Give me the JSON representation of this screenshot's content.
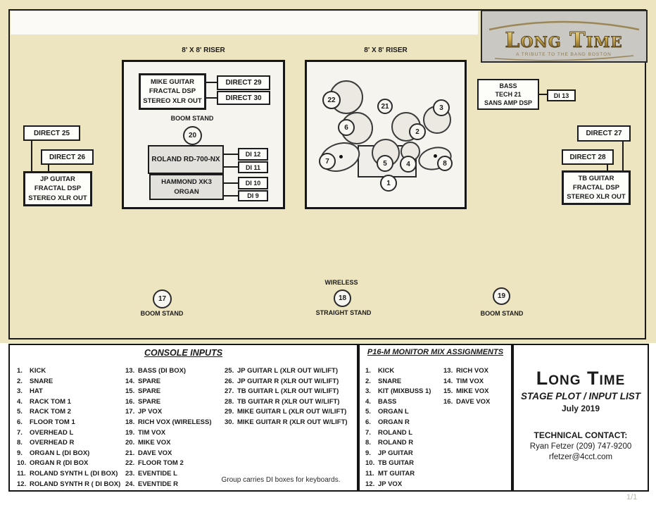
{
  "colors": {
    "stage_bg": "#ede4c0",
    "logo_gold": "#c9a84c",
    "logo_bg": "#cac8c3"
  },
  "logo": {
    "title": "Long Time",
    "subtitle": "A TRIBUTE TO THE BAND BOSTON"
  },
  "stage": {
    "left_riser": {
      "label": "8' X 8' RISER",
      "mike_rig": "MIKE GUITAR\nFRACTAL DSP\nSTEREO XLR OUT",
      "direct29": "DIRECT 29",
      "direct30": "DIRECT 30",
      "boom_stand": "BOOM STAND",
      "mic20": "20",
      "roland": "ROLAND RD-700-NX",
      "di12": "DI 12",
      "di11": "DI 11",
      "hammond": "HAMMOND XK3\nORGAN",
      "di10": "DI 10",
      "di9": "DI 9"
    },
    "drum_riser": {
      "label": "8' X 8' RISER",
      "nums": {
        "kick": "1",
        "snare": "2",
        "hat": "3",
        "rack1": "4",
        "rack2": "5",
        "floor1": "6",
        "ohl": "7",
        "ohr": "8",
        "dave": "21",
        "floor2": "22"
      }
    },
    "bass_rig": {
      "box": "BASS\nTECH 21\nSANS AMP DSP",
      "di13": "DI 13"
    },
    "jp_rig": {
      "direct25": "DIRECT 25",
      "direct26": "DIRECT 26",
      "box": "JP GUITAR\nFRACTAL DSP\nSTEREO XLR OUT"
    },
    "tb_rig": {
      "direct27": "DIRECT 27",
      "direct28": "DIRECT 28",
      "box": "TB GUITAR\nFRACTAL DSP\nSTEREO XLR OUT"
    },
    "mics": {
      "n17": "17",
      "label17": "BOOM STAND",
      "wireless": "WIRELESS",
      "n18": "18",
      "label18": "STRAIGHT STAND",
      "n19": "19",
      "label19": "BOOM STAND"
    }
  },
  "console": {
    "title": "CONSOLE INPUTS",
    "col1": [
      {
        "n": "1.",
        "t": "KICK"
      },
      {
        "n": "2.",
        "t": "SNARE"
      },
      {
        "n": "3.",
        "t": "HAT"
      },
      {
        "n": "4.",
        "t": "RACK TOM 1"
      },
      {
        "n": "5.",
        "t": "RACK TOM 2"
      },
      {
        "n": "6.",
        "t": "FLOOR TOM 1"
      },
      {
        "n": "7.",
        "t": "OVERHEAD L"
      },
      {
        "n": "8.",
        "t": "OVERHEAD R"
      },
      {
        "n": "9.",
        "t": "ORGAN L (DI BOX)"
      },
      {
        "n": "10.",
        "t": "ORGAN R (DI BOX"
      },
      {
        "n": "11.",
        "t": "ROLAND SYNTH L (DI BOX)"
      },
      {
        "n": "12.",
        "t": "ROLAND SYNTH R ( DI BOX)"
      }
    ],
    "col2": [
      {
        "n": "13.",
        "t": "BASS (DI BOX)"
      },
      {
        "n": "14.",
        "t": "SPARE"
      },
      {
        "n": "15.",
        "t": "SPARE"
      },
      {
        "n": "16.",
        "t": "SPARE"
      },
      {
        "n": "17.",
        "t": "JP VOX"
      },
      {
        "n": "18.",
        "t": "RICH VOX (WIRELESS)"
      },
      {
        "n": "19.",
        "t": "TIM VOX"
      },
      {
        "n": "20.",
        "t": "MIKE VOX"
      },
      {
        "n": "21.",
        "t": "DAVE VOX"
      },
      {
        "n": "22.",
        "t": "FLOOR TOM 2"
      },
      {
        "n": "23.",
        "t": "EVENTIDE L"
      },
      {
        "n": "24.",
        "t": "EVENTIDE R"
      }
    ],
    "col3": [
      {
        "n": "25.",
        "t": "JP GUITAR L (XLR OUT W/LIFT)"
      },
      {
        "n": "26.",
        "t": "JP GUITAR R (XLR OUT W/LIFT)"
      },
      {
        "n": "27.",
        "t": "TB GUITAR L (XLR OUT W/LIFT)"
      },
      {
        "n": "28.",
        "t": "TB GUITAR R (XLR OUT W/LIFT)"
      },
      {
        "n": "29.",
        "t": "MIKE GUITAR L (XLR OUT W/LIFT)"
      },
      {
        "n": "30.",
        "t": "MIKE GUITAR R (XLR OUT W/LIFT)"
      }
    ],
    "note": "Group carries DI boxes for keyboards."
  },
  "p16": {
    "title": "P16-M MONITOR MIX ASSIGNMENTS",
    "col1": [
      {
        "n": "1.",
        "t": "KICK"
      },
      {
        "n": "2.",
        "t": "SNARE"
      },
      {
        "n": "3.",
        "t": "KIT (MIXBUSS 1)"
      },
      {
        "n": "4.",
        "t": "BASS"
      },
      {
        "n": "5.",
        "t": "ORGAN L"
      },
      {
        "n": "6.",
        "t": "ORGAN R"
      },
      {
        "n": "7.",
        "t": "ROLAND L"
      },
      {
        "n": "8.",
        "t": "ROLAND R"
      },
      {
        "n": "9.",
        "t": "JP GUITAR"
      },
      {
        "n": "10.",
        "t": "TB GUITAR"
      },
      {
        "n": "11.",
        "t": "MT GUITAR"
      },
      {
        "n": "12.",
        "t": "JP VOX"
      }
    ],
    "col2": [
      {
        "n": "13.",
        "t": "RICH VOX"
      },
      {
        "n": "14.",
        "t": "TIM VOX"
      },
      {
        "n": "15.",
        "t": "MIKE VOX"
      },
      {
        "n": "16.",
        "t": "DAVE VOX"
      }
    ]
  },
  "info": {
    "band": "Long Time",
    "doc_type": "STAGE PLOT / INPUT LIST",
    "date": "July 2019",
    "contact_heading": "TECHNICAL CONTACT:",
    "contact_name": "Ryan Fetzer (209) 747-9200",
    "contact_email": "rfetzer@4cct.com"
  },
  "page": {
    "number": "1/1"
  }
}
